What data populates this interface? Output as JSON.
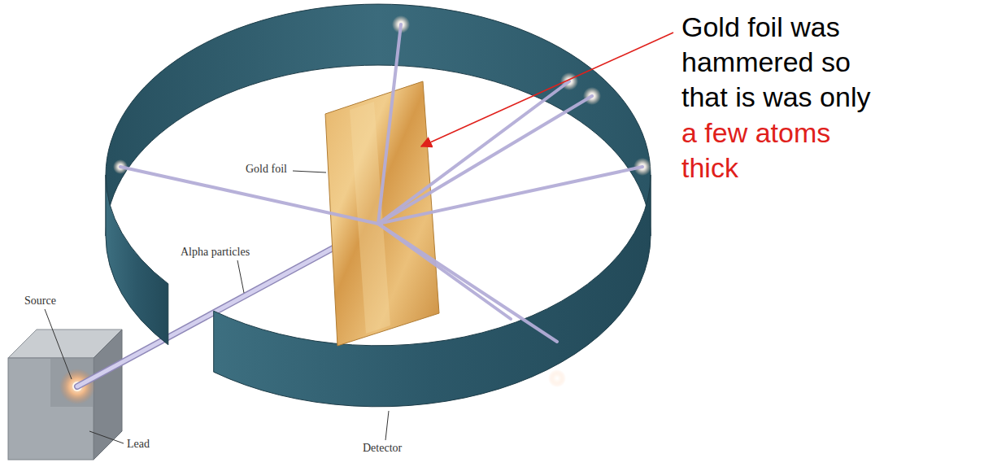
{
  "diagram": {
    "labels": [
      "Gold foil",
      "Alpha particles",
      "Source",
      "Lead",
      "Detector",
      "Gold foil was hammered so that is was only",
      "a few atoms thick"
    ]
  }
}
